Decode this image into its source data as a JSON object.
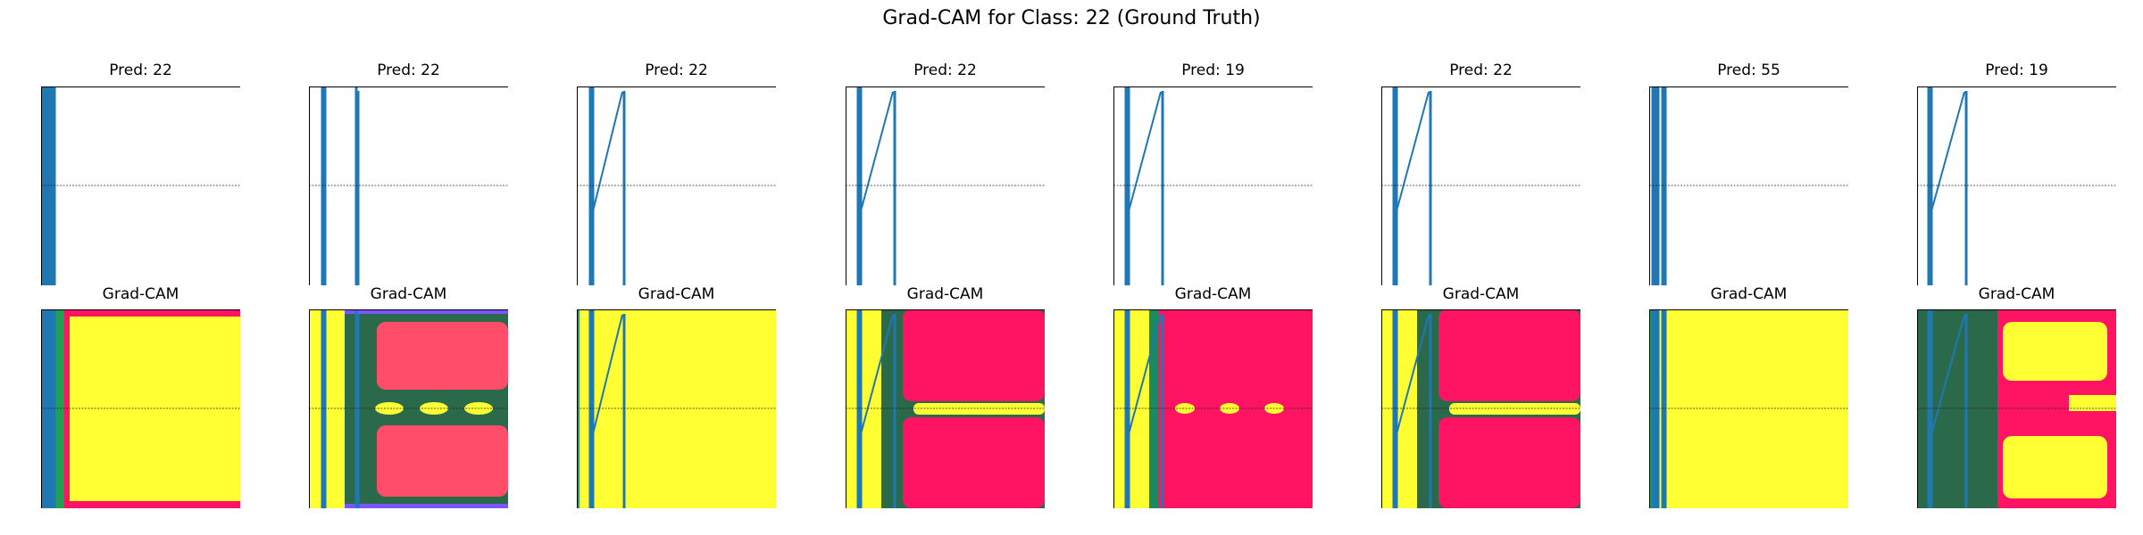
{
  "figure_title": "Grad-CAM for Class: 22 (Ground Truth)",
  "colors": {
    "signal": "#1f77b4",
    "cam_low": "#ffff33",
    "cam_high": "#ff1463",
    "cam_mid": "#2a6a4a"
  },
  "chart_data": [
    {
      "type": "line",
      "title": "Pred: 22",
      "row": "signal",
      "ground_truth_class": 22
    },
    {
      "type": "line",
      "title": "Pred: 22",
      "row": "signal"
    },
    {
      "type": "line",
      "title": "Pred: 22",
      "row": "signal"
    },
    {
      "type": "line",
      "title": "Pred: 22",
      "row": "signal"
    },
    {
      "type": "line",
      "title": "Pred: 19",
      "row": "signal"
    },
    {
      "type": "line",
      "title": "Pred: 22",
      "row": "signal"
    },
    {
      "type": "line",
      "title": "Pred: 55",
      "row": "signal"
    },
    {
      "type": "line",
      "title": "Pred: 19",
      "row": "signal"
    },
    {
      "type": "heatmap",
      "title": "Grad-CAM",
      "row": "cam",
      "pattern": "left-strip"
    },
    {
      "type": "heatmap",
      "title": "Grad-CAM",
      "row": "cam",
      "pattern": "two-blocks"
    },
    {
      "type": "heatmap",
      "title": "Grad-CAM",
      "row": "cam",
      "pattern": "plain"
    },
    {
      "type": "heatmap",
      "title": "Grad-CAM",
      "row": "cam",
      "pattern": "two-blocks-full"
    },
    {
      "type": "heatmap",
      "title": "Grad-CAM",
      "row": "cam",
      "pattern": "full-red"
    },
    {
      "type": "heatmap",
      "title": "Grad-CAM",
      "row": "cam",
      "pattern": "two-blocks-full"
    },
    {
      "type": "heatmap",
      "title": "Grad-CAM",
      "row": "cam",
      "pattern": "plain"
    },
    {
      "type": "heatmap",
      "title": "Grad-CAM",
      "row": "cam",
      "pattern": "inverse-blocks"
    }
  ],
  "signal_lines": [
    [
      2,
      4,
      6,
      9,
      12,
      15
    ],
    [
      15,
      18,
      53,
      55
    ],
    [
      15,
      18,
      53
    ],
    [
      14,
      17,
      55
    ],
    [
      14,
      17,
      55
    ],
    [
      14,
      17,
      55
    ],
    [
      4,
      6,
      8,
      10,
      15,
      18
    ],
    [
      13,
      16,
      55
    ]
  ]
}
